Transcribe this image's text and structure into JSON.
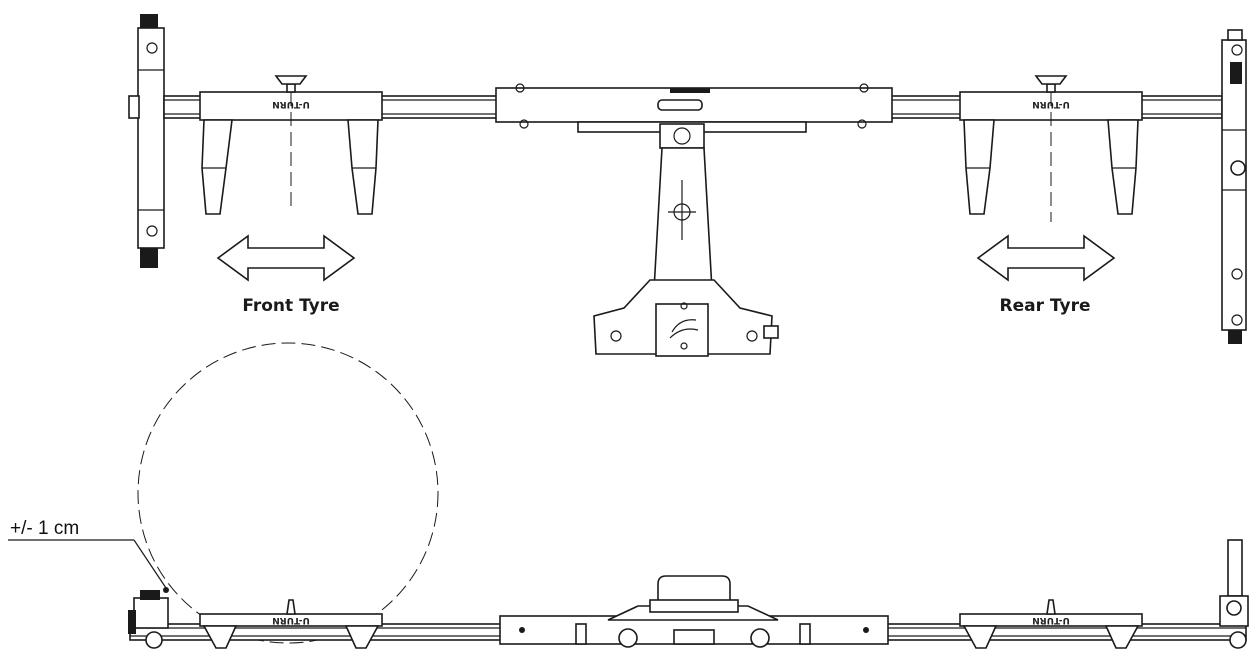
{
  "labels": {
    "front": "Front Tyre",
    "rear": "Rear Tyre",
    "tolerance": "+/- 1 cm",
    "stamp": "U-TURN"
  },
  "colors": {
    "line": "#1a1a1a",
    "background": "#ffffff"
  },
  "icons": {
    "front_arrow": "double-arrow-horizontal",
    "rear_arrow": "double-arrow-horizontal",
    "logo": "u-turn-logo"
  }
}
